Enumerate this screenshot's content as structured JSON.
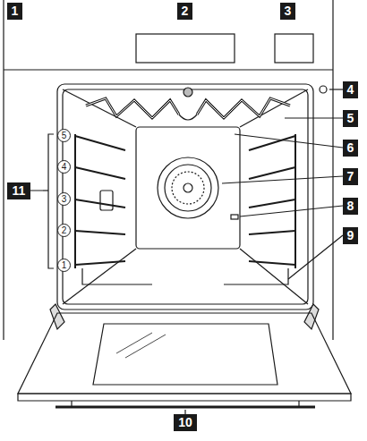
{
  "diagram": {
    "labels": [
      "1",
      "2",
      "3",
      "4",
      "5",
      "6",
      "7",
      "8",
      "9",
      "10",
      "11",
      "5",
      "4",
      "3",
      "2",
      "1"
    ]
  }
}
